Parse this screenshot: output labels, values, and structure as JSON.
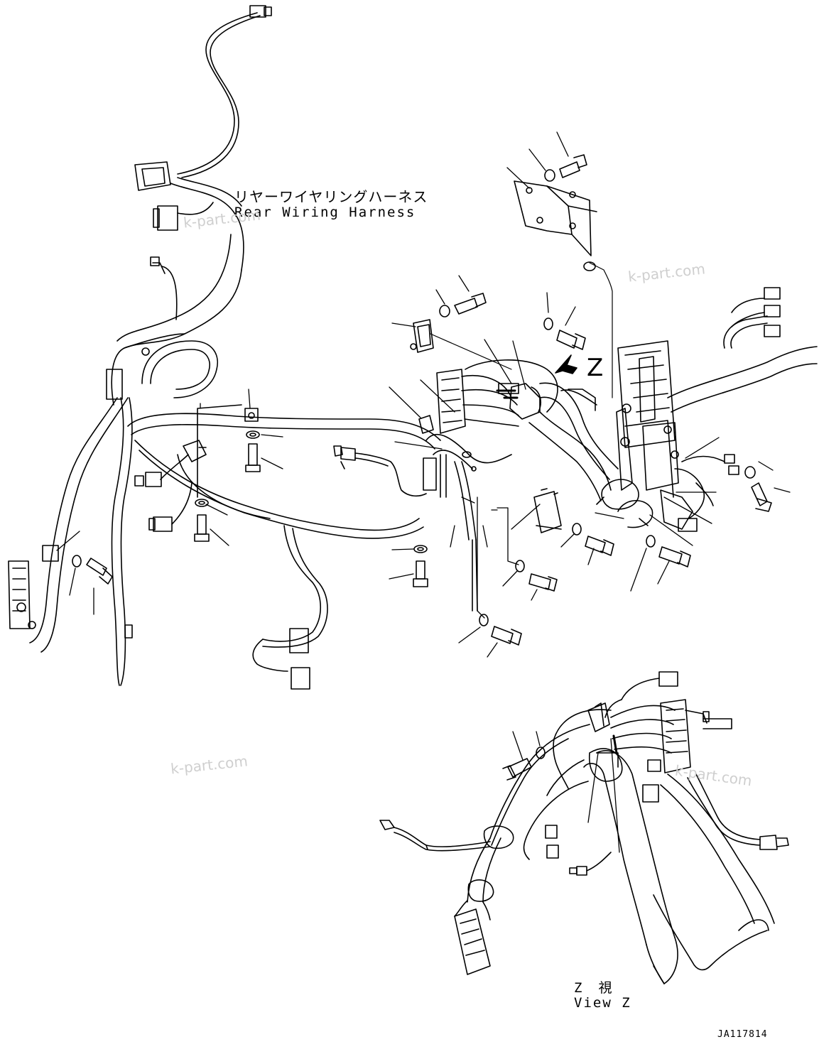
{
  "rear_harness_label": {
    "japanese": "リヤーワイヤリングハーネス",
    "english": "Rear Wiring Harness"
  },
  "view_marker_letter": "Z",
  "view_label": {
    "japanese": "Z　視",
    "english": "View Z"
  },
  "watermark": "k-part.com",
  "drawing_code": "JA117814"
}
